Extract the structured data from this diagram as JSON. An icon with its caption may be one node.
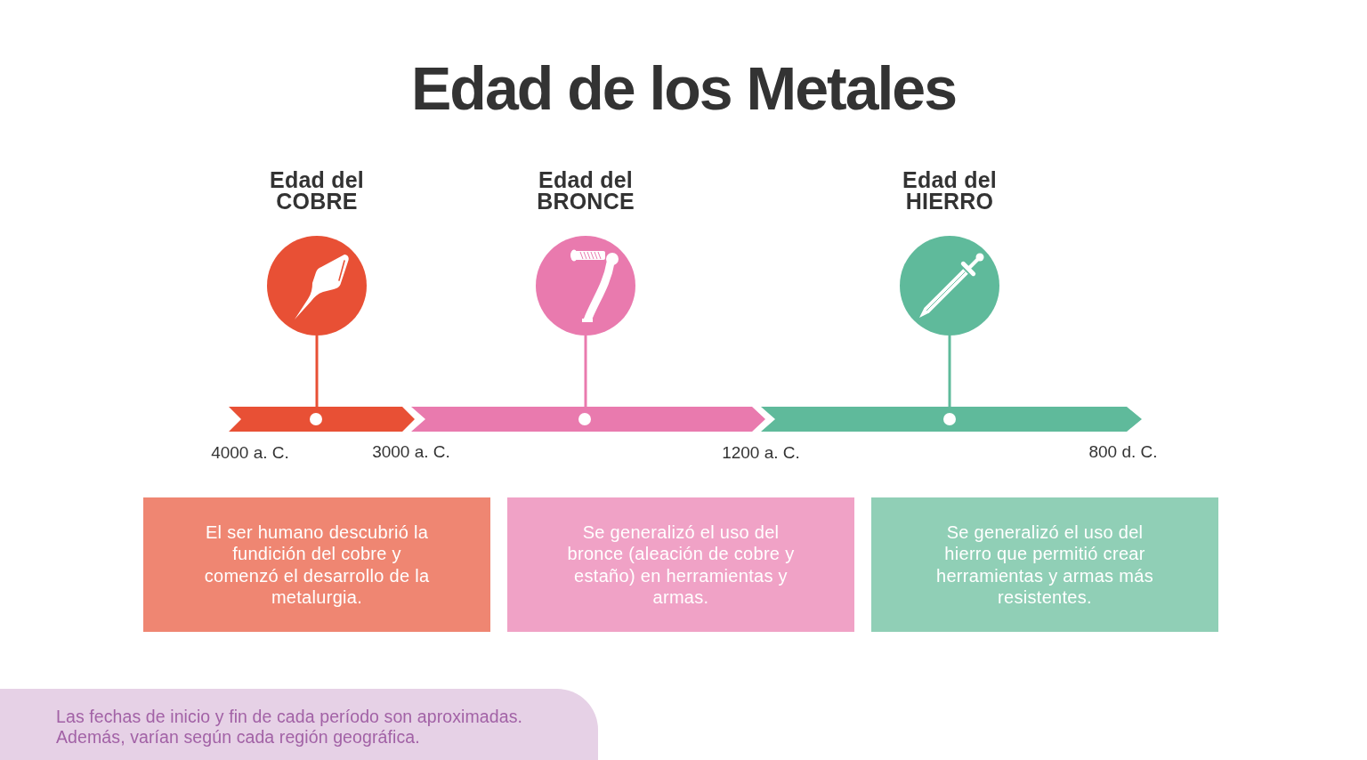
{
  "diagram": {
    "title": "Edad de los Metales",
    "nodes": [
      {
        "text": [
          "Edad del COBRE"
        ]
      },
      {
        "text": [
          "Edad del BRONCE"
        ]
      },
      {
        "text": [
          "Edad del HIERRO"
        ]
      },
      {
        "text": [],
        "shape": "bar"
      },
      {
        "text": [],
        "shape": "bar"
      },
      {
        "text": [],
        "shape": "bar"
      },
      {
        "text": [
          "El ser humano descubrió la fundición del cobre y comenzó el desarrollo de la metalurgia."
        ]
      },
      {
        "text": [
          "Se generalizó el uso del bronce (aleación de cobre y estaño) en herramientas y armas."
        ]
      },
      {
        "text": [
          "Se generalizó el uso del hierro que permitió crear herramientas y armas más resistentes."
        ]
      },
      {
        "text": [
          "Las fechas de inicio y fin de cada período son aproximadas. Además, varían según cada región geográfica."
        ]
      }
    ],
    "edges": [
      {
        "from": 0,
        "to": 3,
        "arrow": "none",
        "color": "#e85035"
      },
      {
        "from": 1,
        "to": 4,
        "arrow": "none",
        "color": "#e97aae"
      },
      {
        "from": 2,
        "to": 5,
        "arrow": "none",
        "color": "#5fba9b"
      }
    ],
    "labels": [
      "4000 a. C.",
      "3000 a. C.",
      "1200 a. C.",
      "800 d. C."
    ]
  }
}
